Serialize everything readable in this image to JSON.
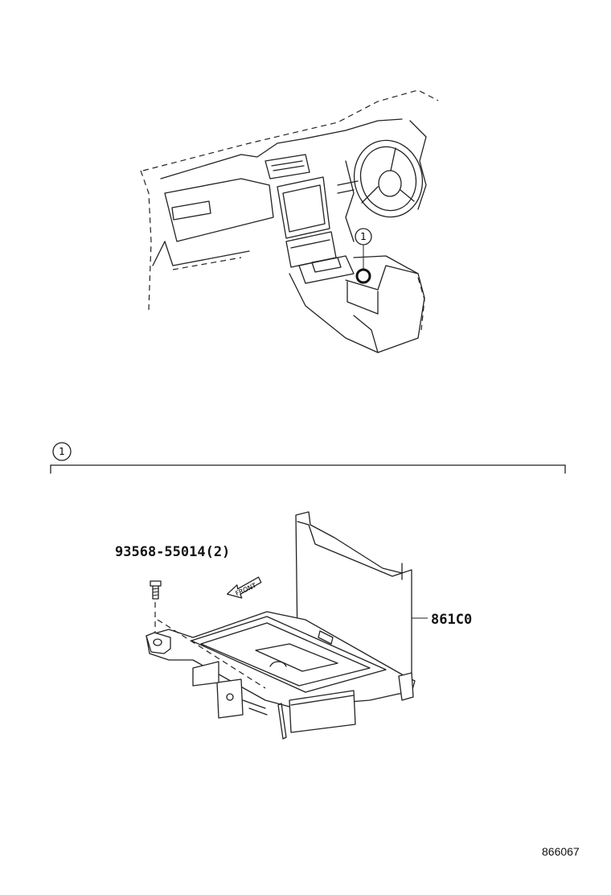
{
  "overview": {
    "callout": "1"
  },
  "detail": {
    "section_callout": "1",
    "bolt_part": "93568-55014(2)",
    "tray_part": "861C0",
    "front_label": "FRONT"
  },
  "footer": {
    "diagram_id": "866067"
  }
}
